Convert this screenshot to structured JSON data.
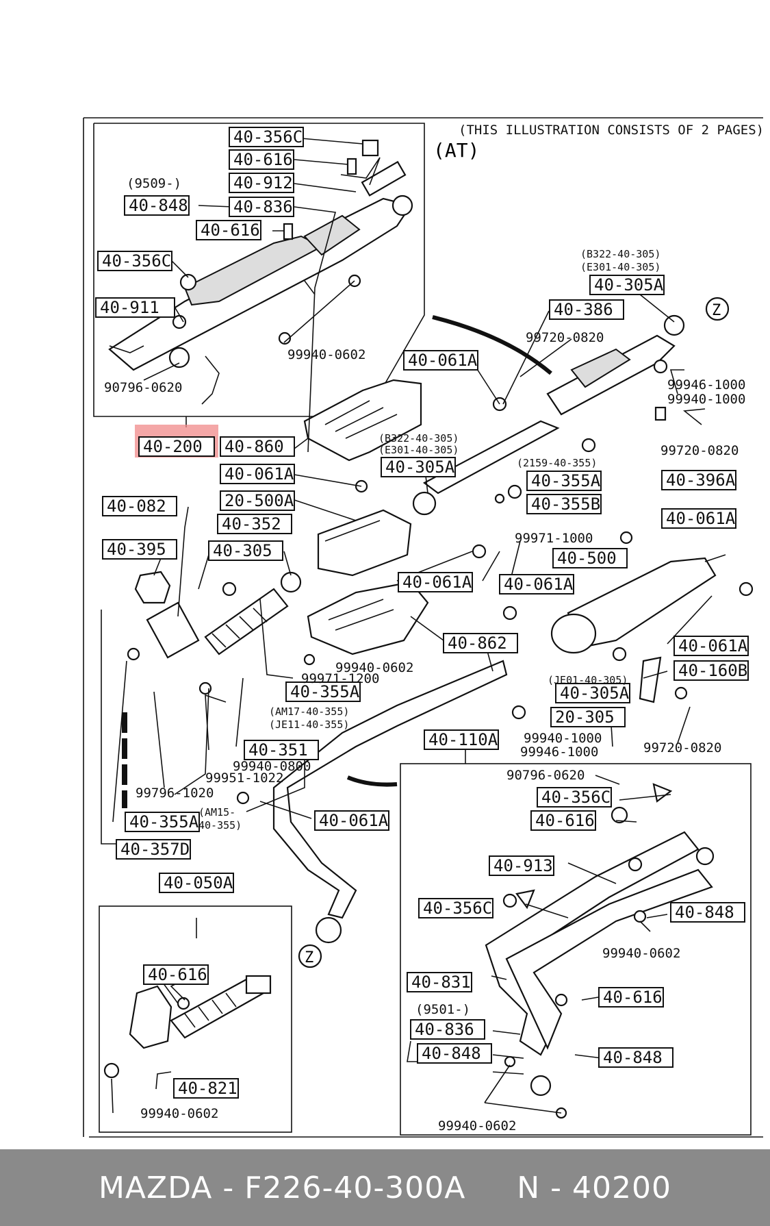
{
  "header_note": "(THIS ILLUSTRATION CONSISTS OF  2 PAGES)",
  "variant": "(AT)",
  "highlight_color": "#f08a8a",
  "footer_color": "#8a8a8a",
  "footer": "MAZDA - F226-40-300A     N - 40200",
  "labels": [
    {
      "id": "l1",
      "text": "40-356C"
    },
    {
      "id": "l2",
      "text": "40-616"
    },
    {
      "id": "l3",
      "text": "40-912"
    },
    {
      "id": "l4",
      "text": "40-848"
    },
    {
      "id": "l5",
      "text": "40-836"
    },
    {
      "id": "l6",
      "text": "40-616"
    },
    {
      "id": "l7",
      "text": "40-356C"
    },
    {
      "id": "l8",
      "text": "40-911"
    },
    {
      "id": "l9",
      "text": "40-200",
      "highlight": true
    },
    {
      "id": "l10",
      "text": "40-860"
    },
    {
      "id": "l11",
      "text": "40-061A"
    },
    {
      "id": "l12",
      "text": "40-305A"
    },
    {
      "id": "l13",
      "text": "40-386"
    },
    {
      "id": "l14",
      "text": "40-305A"
    },
    {
      "id": "l15",
      "text": "40-061A"
    },
    {
      "id": "l16",
      "text": "20-500A"
    },
    {
      "id": "l17",
      "text": "40-082"
    },
    {
      "id": "l18",
      "text": "40-352"
    },
    {
      "id": "l19",
      "text": "40-395"
    },
    {
      "id": "l20",
      "text": "40-305"
    },
    {
      "id": "l21",
      "text": "40-355A"
    },
    {
      "id": "l22",
      "text": "40-355B"
    },
    {
      "id": "l23",
      "text": "40-396A"
    },
    {
      "id": "l24",
      "text": "40-061A"
    },
    {
      "id": "l25",
      "text": "40-500"
    },
    {
      "id": "l26",
      "text": "40-061A"
    },
    {
      "id": "l27",
      "text": "40-061A"
    },
    {
      "id": "l28",
      "text": "40-862"
    },
    {
      "id": "l29",
      "text": "40-061A"
    },
    {
      "id": "l30",
      "text": "40-160B"
    },
    {
      "id": "l31",
      "text": "40-355A"
    },
    {
      "id": "l32",
      "text": "40-305A"
    },
    {
      "id": "l33",
      "text": "20-305"
    },
    {
      "id": "l34",
      "text": "40-351"
    },
    {
      "id": "l35",
      "text": "40-110A"
    },
    {
      "id": "l36",
      "text": "40-356C"
    },
    {
      "id": "l37",
      "text": "40-616"
    },
    {
      "id": "l38",
      "text": "40-355A"
    },
    {
      "id": "l39",
      "text": "40-061A"
    },
    {
      "id": "l40",
      "text": "40-357D"
    },
    {
      "id": "l41",
      "text": "40-913"
    },
    {
      "id": "l42",
      "text": "40-356C"
    },
    {
      "id": "l43",
      "text": "40-848"
    },
    {
      "id": "l44",
      "text": "40-050A"
    },
    {
      "id": "l45",
      "text": "40-616"
    },
    {
      "id": "l46",
      "text": "40-831"
    },
    {
      "id": "l47",
      "text": "40-616"
    },
    {
      "id": "l48",
      "text": "40-836"
    },
    {
      "id": "l49",
      "text": "40-848"
    },
    {
      "id": "l50",
      "text": "40-848"
    },
    {
      "id": "l51",
      "text": "40-821"
    }
  ],
  "notes": [
    {
      "id": "n1",
      "text": "(9509-)"
    },
    {
      "id": "n2",
      "text": "99940-0602"
    },
    {
      "id": "n3",
      "text": "90796-0620"
    },
    {
      "id": "n4",
      "text": "99720-0820"
    },
    {
      "id": "n5",
      "text": "99946-1000"
    },
    {
      "id": "n6",
      "text": "99940-1000"
    },
    {
      "id": "n7",
      "text": "99720-0820"
    },
    {
      "id": "n8",
      "text": "99971-1000"
    },
    {
      "id": "n9",
      "text": "99940-0602"
    },
    {
      "id": "n10",
      "text": "99971-1200"
    },
    {
      "id": "n11",
      "text": "99940-1000"
    },
    {
      "id": "n12",
      "text": "99946-1000"
    },
    {
      "id": "n13",
      "text": "99720-0820"
    },
    {
      "id": "n14",
      "text": "99940-0800"
    },
    {
      "id": "n15",
      "text": "99796-1020"
    },
    {
      "id": "n16",
      "text": "99951-1022"
    },
    {
      "id": "n17",
      "text": "90796-0620"
    },
    {
      "id": "n18",
      "text": "99940-0602"
    },
    {
      "id": "n19",
      "text": "(9501-)"
    },
    {
      "id": "n20",
      "text": "99940-0602"
    },
    {
      "id": "n21",
      "text": "99940-0602"
    }
  ],
  "small_notes": [
    {
      "id": "s1",
      "text": "(B322-40-305)"
    },
    {
      "id": "s2",
      "text": "(E301-40-305)"
    },
    {
      "id": "s3",
      "text": "(B322-40-305)"
    },
    {
      "id": "s4",
      "text": "(E301-40-305)"
    },
    {
      "id": "s5",
      "text": "(2159-40-355)"
    },
    {
      "id": "s6",
      "text": "(JE01-40-305)"
    },
    {
      "id": "s7",
      "text": "(AM17-40-355)"
    },
    {
      "id": "s8",
      "text": "(JE11-40-355)"
    },
    {
      "id": "s9",
      "text": "(AM15-"
    },
    {
      "id": "s10",
      "text": "40-355)"
    }
  ],
  "connectors": [
    {
      "id": "z1",
      "text": "Z"
    },
    {
      "id": "z2",
      "text": "Z"
    }
  ]
}
